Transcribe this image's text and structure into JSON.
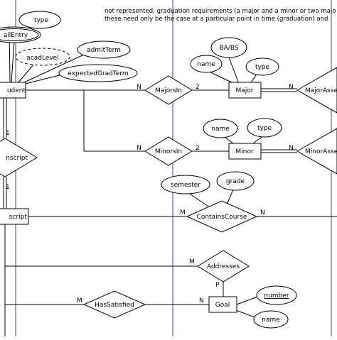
{
  "note": {
    "line1": "not represented: graduation requirements (a major and a minor or two majo",
    "line2": "these need only be the case at a particular point in time (graduation) and"
  },
  "entities": {
    "student": "udent",
    "major": "Major",
    "minor": "Minor",
    "transcript": "script",
    "goal": "Goal"
  },
  "relationships": {
    "majors_in": "MajorsIn",
    "minors_in": "MinorsIn",
    "major_assess": "MajorAsse",
    "minor_assess": "MinorAsse",
    "has_transcript": "nscript",
    "contains_course": "ContainsCourse",
    "addresses": "Addresses",
    "has_satisfied": "HasSatisfied"
  },
  "attributes": {
    "type": "type",
    "email_entry": "ailEntry",
    "acad_level": "acadLevel",
    "admit_term": "admitTerm",
    "expected_grad_term": "expectedGradTerm",
    "ba_bs": "BA/BS",
    "major_name": "name",
    "major_type": "type",
    "minor_name": "name",
    "minor_type": "type",
    "semester": "semester",
    "grade": "grade",
    "number": "number",
    "goal_name": "name"
  },
  "cardinalities": {
    "majors_in_student": "N",
    "majors_in_major": "2",
    "major_assess": "N",
    "minors_in_student": "N",
    "minors_in_minor": "2",
    "minor_assess": "N",
    "student_transcript": "1",
    "transcript_student": "1",
    "contains_course_transcript": "M",
    "contains_course_right": "N",
    "addresses_left": "M",
    "addresses_goal": "P",
    "has_satisfied_left": "M",
    "has_satisfied_goal": "N"
  }
}
